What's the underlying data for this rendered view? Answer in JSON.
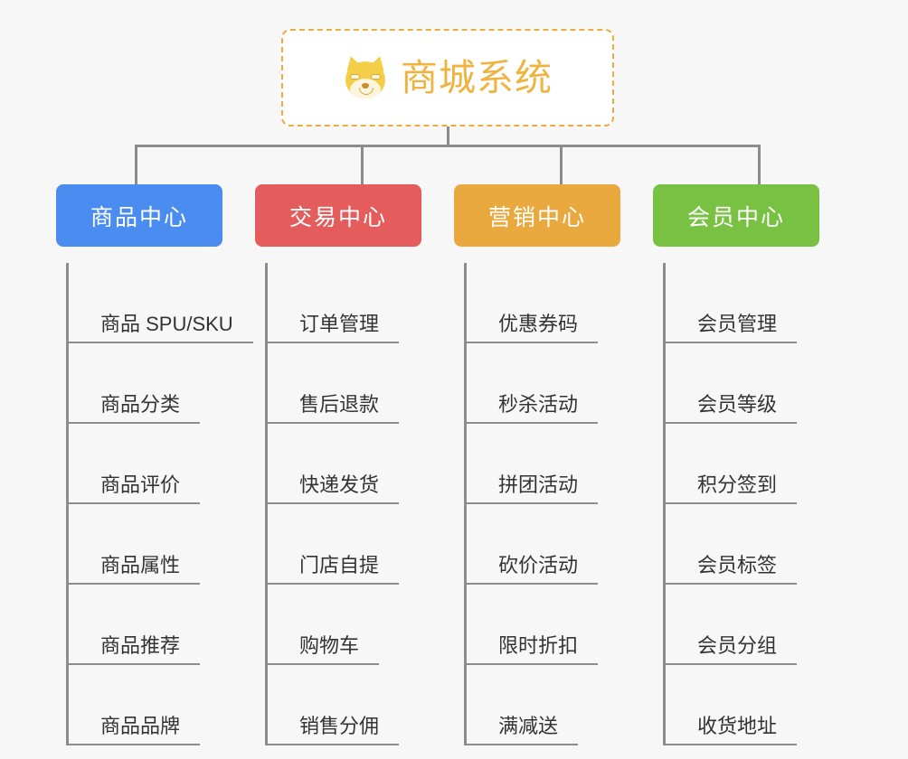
{
  "page": {
    "background_color": "#f7f7f7",
    "connector_color": "#8c8c8c"
  },
  "root": {
    "title": "商城系统",
    "icon": "shiba-inu-emoji",
    "border_color": "#eeab3f",
    "text_color": "#eeb43f",
    "background_color": "#ffffff"
  },
  "columns": [
    {
      "id": "product-center",
      "label": "商品中心",
      "color": "#4a8cf0",
      "items": [
        {
          "label": "商品 SPU/SKU"
        },
        {
          "label": "商品分类"
        },
        {
          "label": "商品评价"
        },
        {
          "label": "商品属性"
        },
        {
          "label": "商品推荐"
        },
        {
          "label": "商品品牌"
        }
      ]
    },
    {
      "id": "trade-center",
      "label": "交易中心",
      "color": "#e55c5c",
      "items": [
        {
          "label": "订单管理"
        },
        {
          "label": "售后退款"
        },
        {
          "label": "快递发货"
        },
        {
          "label": "门店自提"
        },
        {
          "label": "购物车"
        },
        {
          "label": "销售分佣"
        }
      ]
    },
    {
      "id": "marketing-center",
      "label": "营销中心",
      "color": "#eaa93e",
      "items": [
        {
          "label": "优惠券码"
        },
        {
          "label": "秒杀活动"
        },
        {
          "label": "拼团活动"
        },
        {
          "label": "砍价活动"
        },
        {
          "label": "限时折扣"
        },
        {
          "label": "满减送"
        }
      ]
    },
    {
      "id": "member-center",
      "label": "会员中心",
      "color": "#79c143",
      "items": [
        {
          "label": "会员管理"
        },
        {
          "label": "会员等级"
        },
        {
          "label": "积分签到"
        },
        {
          "label": "会员标签"
        },
        {
          "label": "会员分组"
        },
        {
          "label": "收货地址"
        }
      ]
    }
  ]
}
